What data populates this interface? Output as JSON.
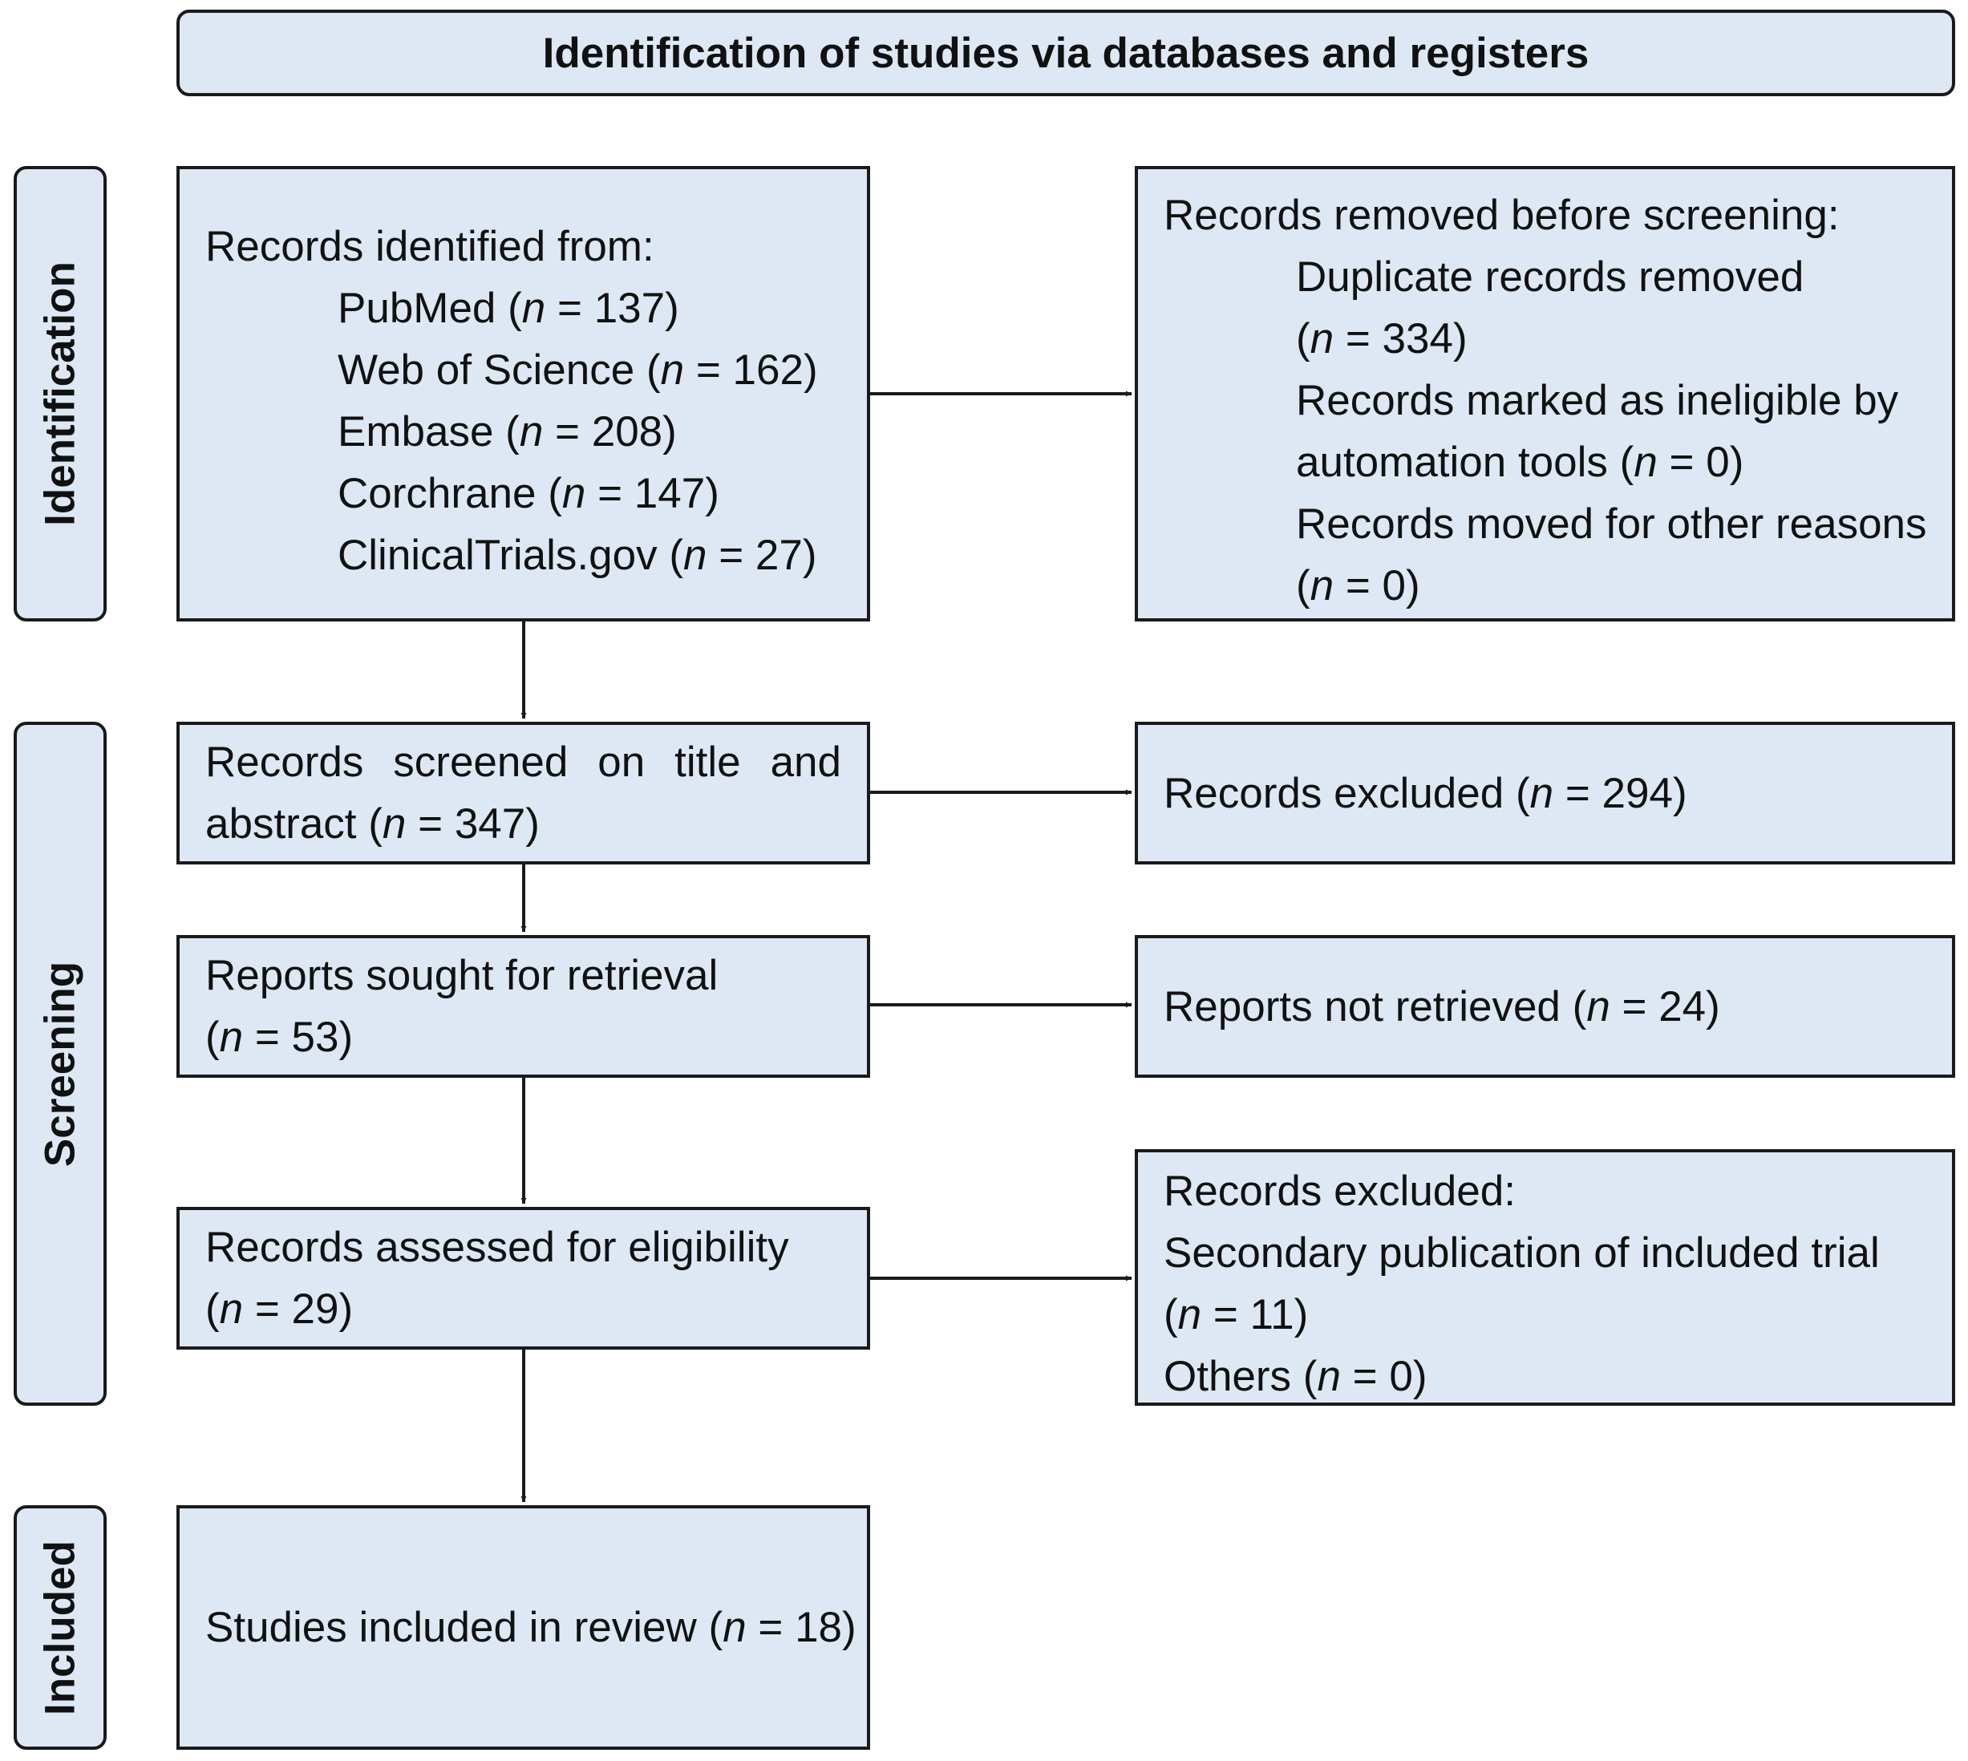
{
  "header": {
    "title": "Identification of studies via databases and registers"
  },
  "phases": {
    "identification": "Identification",
    "screening": "Screening",
    "included": "Included"
  },
  "identified": {
    "title": "Records identified from:",
    "sources": [
      {
        "name": "PubMed",
        "n": "137"
      },
      {
        "name": "Web of Science",
        "n": "162"
      },
      {
        "name": "Embase",
        "n": "208"
      },
      {
        "name": "Corchrane",
        "n": "147"
      },
      {
        "name": "ClinicalTrials.gov",
        "n": "27"
      }
    ]
  },
  "removed": {
    "title": "Records removed before screening:",
    "duplicate_label": "Duplicate records removed",
    "duplicate_n": "334",
    "ineligible_label_1": "Records marked as ineligible by",
    "ineligible_label_2": "automation tools",
    "ineligible_n": "0",
    "other_label": "Records moved for other reasons",
    "other_n": "0"
  },
  "screened": {
    "label_1": "Records screened on title and",
    "label_2": "abstract",
    "n": "347"
  },
  "excluded1": {
    "label": "Records excluded",
    "n": "294"
  },
  "sought": {
    "label": "Reports sought for retrieval",
    "n": "53"
  },
  "not_retrieved": {
    "label": "Reports not retrieved",
    "n": "24"
  },
  "assessed": {
    "label": "Records assessed for eligibility",
    "n": "29"
  },
  "excluded2": {
    "title": "Records excluded:",
    "secondary_label": "Secondary publication of included trial",
    "secondary_n": "11",
    "others_label": "Others",
    "others_n": "0"
  },
  "included": {
    "label": "Studies included in review",
    "n": "18"
  },
  "symbols": {
    "n": "n",
    "eq": " = ",
    "open": "(",
    "close": ")"
  },
  "colors": {
    "box_fill": "#dde8f4",
    "border": "#1a1a1a"
  }
}
